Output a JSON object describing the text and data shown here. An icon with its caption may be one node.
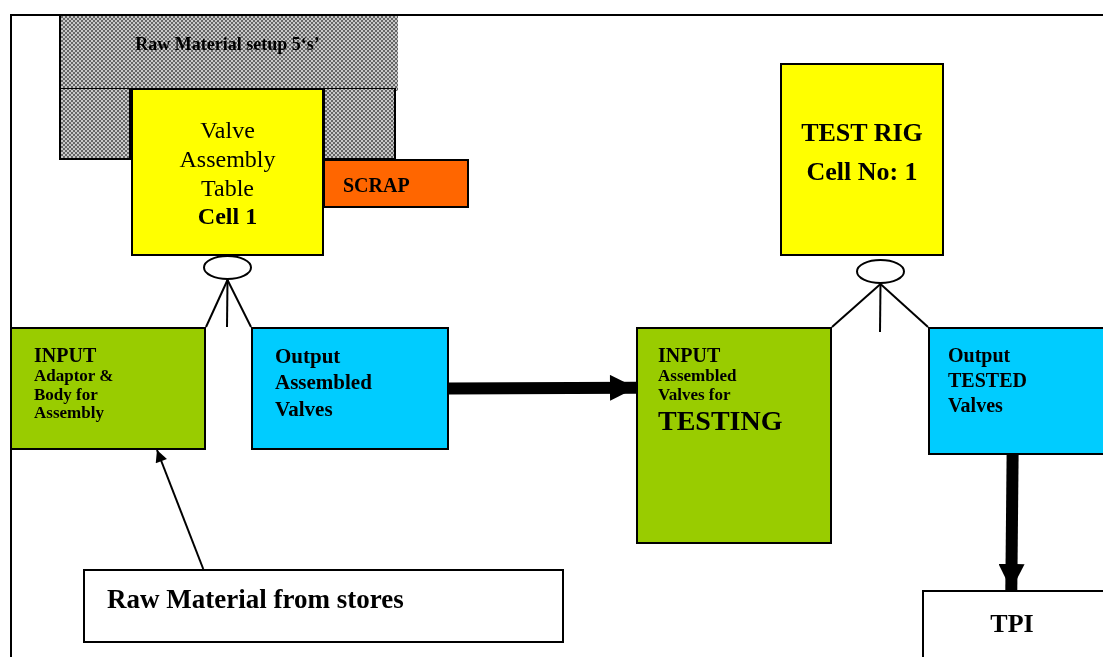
{
  "diagram": {
    "nodes": [
      {
        "text": [
          "Raw Material setup 5‘s’"
        ]
      },
      {
        "text": [
          "Valve Assembly Table",
          "Cell 1"
        ]
      },
      {
        "text": [
          "SCRAP"
        ]
      },
      {
        "text": [],
        "shape": "circle"
      },
      {
        "text": [
          "INPUT",
          "Adaptor & Body for Assembly"
        ]
      },
      {
        "text": [
          "Output Assembled Valves"
        ]
      },
      {
        "text": [
          "Raw Material from stores"
        ]
      },
      {
        "text": [
          "TEST RIG Cell No: 1"
        ]
      },
      {
        "text": [],
        "shape": "circle"
      },
      {
        "text": [
          "INPUT",
          "Assembled Valves for",
          "TESTING"
        ]
      },
      {
        "text": [
          "Output TESTED Valves"
        ]
      },
      {
        "text": [
          "TPI"
        ]
      }
    ],
    "edges": [
      {
        "from": 3,
        "to": 4,
        "arrow": "none"
      },
      {
        "from": 3,
        "to": 5,
        "arrow": "none"
      },
      {
        "from": 3,
        "to": null,
        "arrow": "none"
      },
      {
        "from": 6,
        "to": 4,
        "arrow": "to"
      },
      {
        "from": 5,
        "to": 9,
        "arrow": "to",
        "style": "thick"
      },
      {
        "from": 8,
        "to": 9,
        "arrow": "none"
      },
      {
        "from": 8,
        "to": 10,
        "arrow": "none"
      },
      {
        "from": 8,
        "to": null,
        "arrow": "none"
      },
      {
        "from": 10,
        "to": 11,
        "arrow": "to",
        "style": "thick"
      }
    ]
  }
}
